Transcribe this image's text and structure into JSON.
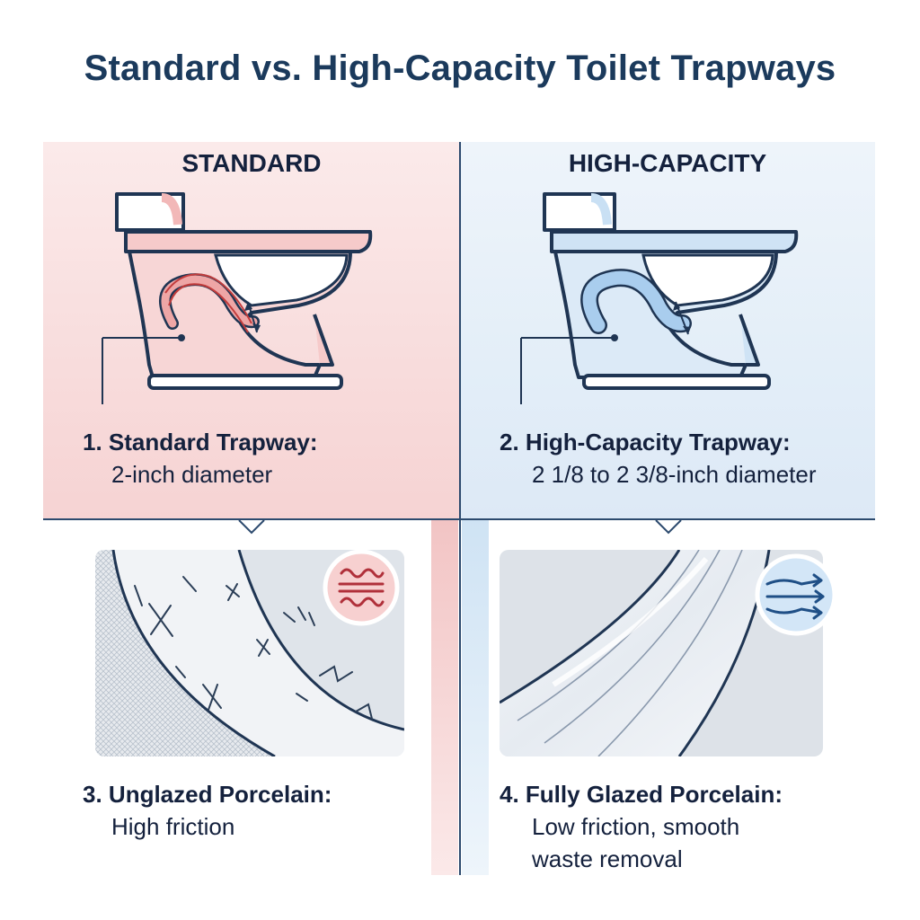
{
  "title": "Standard vs. High-Capacity Toilet Trapways",
  "columns": {
    "left": {
      "heading": "STANDARD"
    },
    "right": {
      "heading": "HIGH-CAPACITY"
    }
  },
  "labels": [
    {
      "number": "1.",
      "title": "Standard Trapway:",
      "desc": "2-inch diameter"
    },
    {
      "number": "2.",
      "title": "High-Capacity Trapway:",
      "desc": "2 1/8 to 2 3/8-inch diameter"
    },
    {
      "number": "3.",
      "title": "Unglazed Porcelain:",
      "desc": "High friction"
    },
    {
      "number": "4.",
      "title": "Fully Glazed Porcelain:",
      "desc_lines": [
        "Low friction, smooth",
        "waste removal"
      ]
    }
  ],
  "icons": {
    "friction": "friction-icon",
    "smooth_flow": "smooth-flow-icon"
  },
  "colors": {
    "title": "#1b3a5c",
    "outline": "#1f3553",
    "standard_accent": "#e9a3a3",
    "high_capacity_accent": "#a9cdee",
    "friction_red": "#b0303a",
    "flow_blue": "#1f4f86"
  }
}
